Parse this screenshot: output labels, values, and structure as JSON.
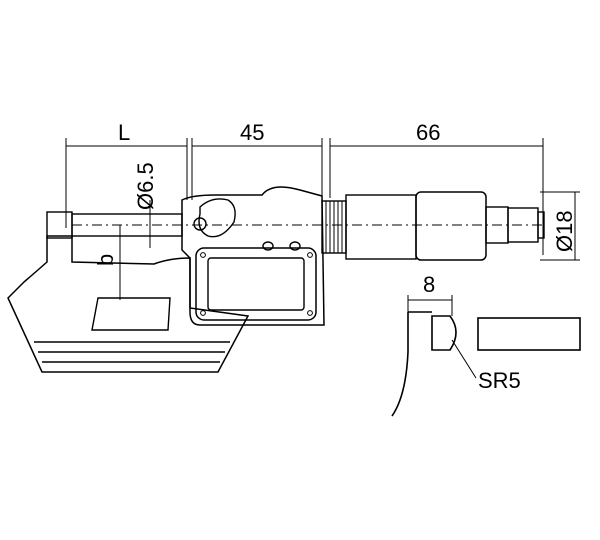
{
  "labels": {
    "length_L": "L",
    "length_45": "45",
    "length_66": "66",
    "spindle_dia": "Ø6.5",
    "thimble_dia": "Ø18",
    "depth_b": "b",
    "tip_width": "8",
    "tip_radius": "SR5"
  },
  "colors": {
    "body_fill": "#d9d9d9",
    "body_dark": "#bdbdbd",
    "screen_fill": "#cfcfcf",
    "line": "#000000"
  },
  "icons": {
    "knurl": "knurled-thimble-pattern",
    "buttons": "round-buttons"
  }
}
